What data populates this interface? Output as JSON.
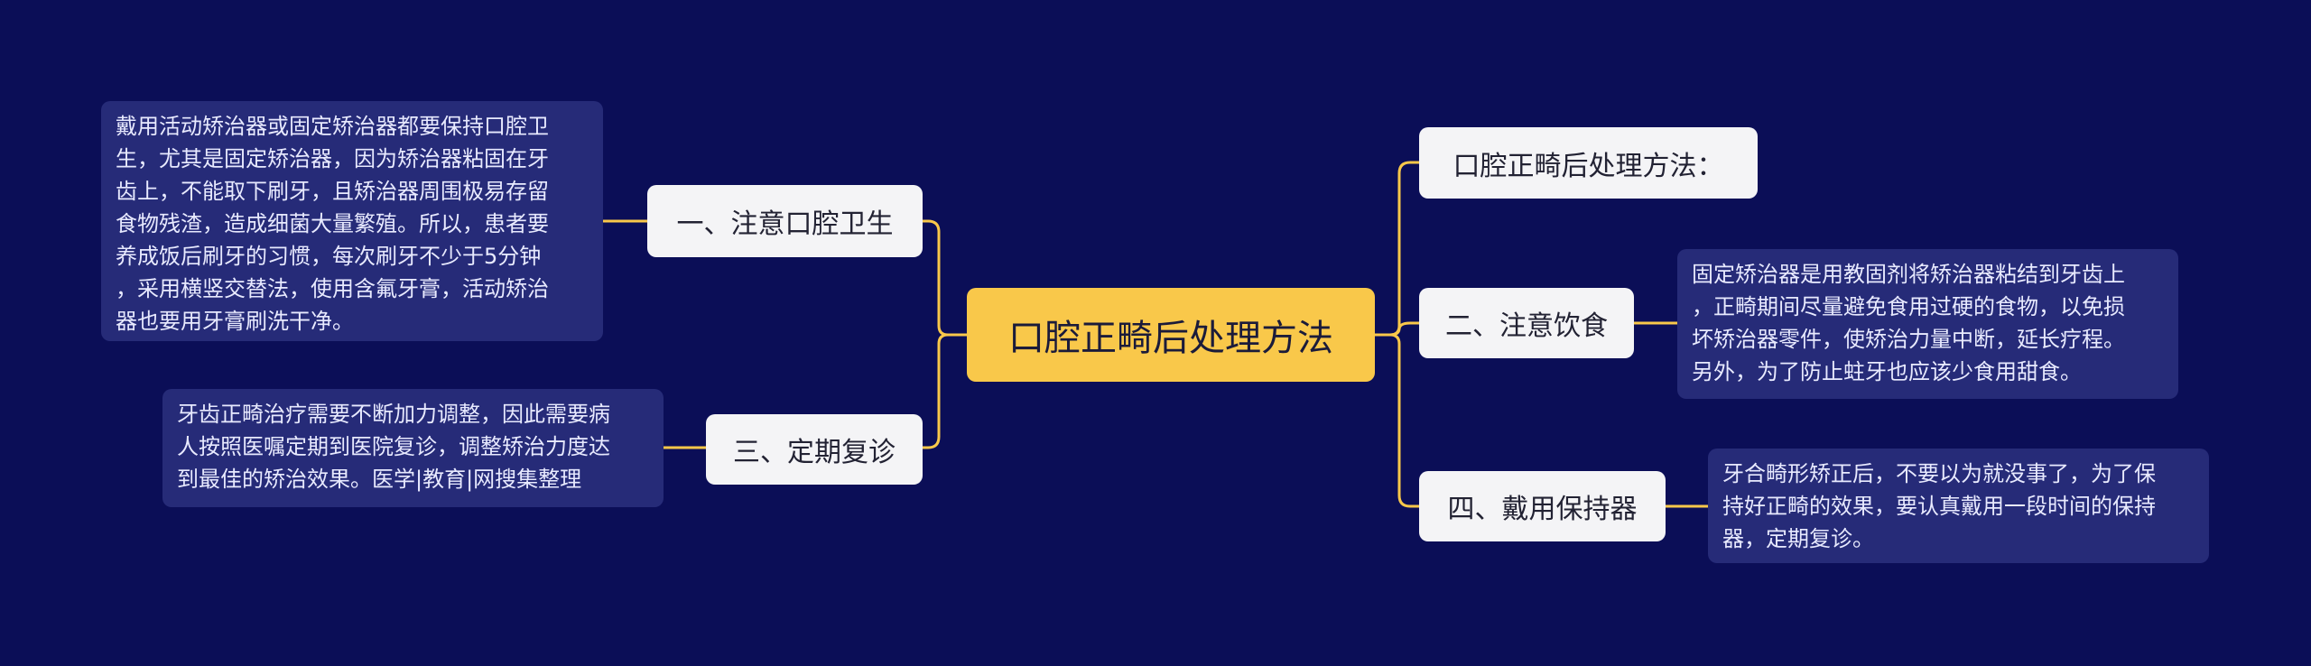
{
  "root": {
    "label": "口腔正畸后处理方法"
  },
  "branches": [
    {
      "label": "一、注意口腔卫生",
      "detail": "戴用活动矫治器或固定矫治器都要保持口腔卫\n生，尤其是固定矫治器，因为矫治器粘固在牙\n齿上，不能取下刷牙，且矫治器周围极易存留\n食物残渣，造成细菌大量繁殖。所以，患者要\n养成饭后刷牙的习惯，每次刷牙不少于5分钟\n，采用横竖交替法，使用含氟牙膏，活动矫治\n器也要用牙膏刷洗干净。"
    },
    {
      "label": "三、定期复诊",
      "detail": "牙齿正畸治疗需要不断加力调整，因此需要病\n人按照医嘱定期到医院复诊，调整矫治力度达\n到最佳的矫治效果。医学|教育|网搜集整理"
    },
    {
      "label": "口腔正畸后处理方法："
    },
    {
      "label": "二、注意饮食",
      "detail": "固定矫治器是用教固剂将矫治器粘结到牙齿上\n，正畸期间尽量避免食用过硬的食物，以免损\n坏矫治器零件，使矫治力量中断，延长疗程。\n另外，为了防止蛀牙也应该少食用甜食。"
    },
    {
      "label": "四、戴用保持器",
      "detail": "牙合畸形矫正后，不要以为就没事了，为了保\n持好正畸的效果，要认真戴用一段时间的保持\n器，定期复诊。"
    }
  ],
  "colors": {
    "background": "#0b0e57",
    "root": "#f9c84a",
    "branch": "#f4f4f6",
    "leaf": "#262b78",
    "connector": "#f9c84a"
  }
}
